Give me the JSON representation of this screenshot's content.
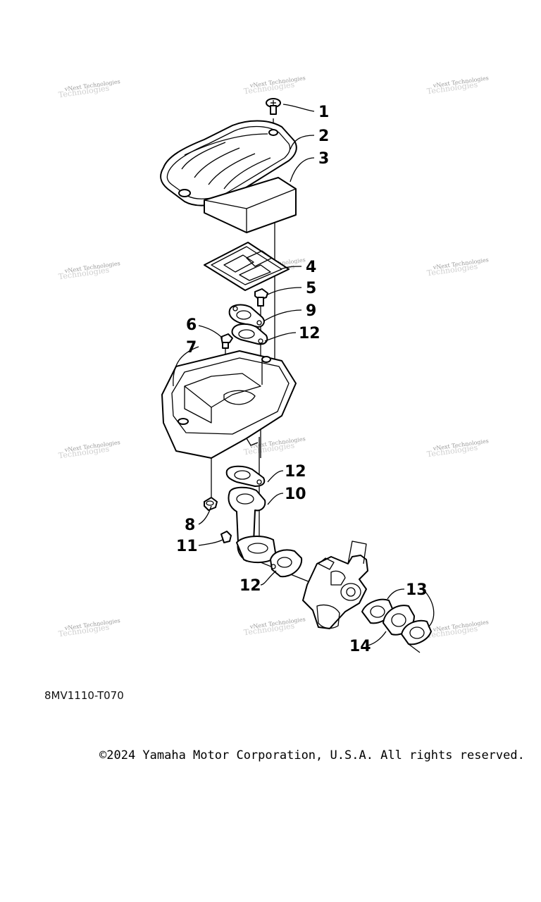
{
  "watermark": {
    "text": "vNext Technologies"
  },
  "callouts": [
    {
      "id": "1",
      "label": "1"
    },
    {
      "id": "2",
      "label": "2"
    },
    {
      "id": "3",
      "label": "3"
    },
    {
      "id": "4",
      "label": "4"
    },
    {
      "id": "5",
      "label": "5"
    },
    {
      "id": "6",
      "label": "6"
    },
    {
      "id": "7",
      "label": "7"
    },
    {
      "id": "8",
      "label": "8"
    },
    {
      "id": "9",
      "label": "9"
    },
    {
      "id": "10",
      "label": "10"
    },
    {
      "id": "11",
      "label": "11"
    },
    {
      "id": "12a",
      "label": "12"
    },
    {
      "id": "12b",
      "label": "12"
    },
    {
      "id": "12c",
      "label": "12"
    },
    {
      "id": "13",
      "label": "13"
    },
    {
      "id": "14",
      "label": "14"
    }
  ],
  "diagram_code": "8MV1110-T070",
  "copyright": "©2024 Yamaha Motor Corporation, U.S.A. All rights reserved."
}
